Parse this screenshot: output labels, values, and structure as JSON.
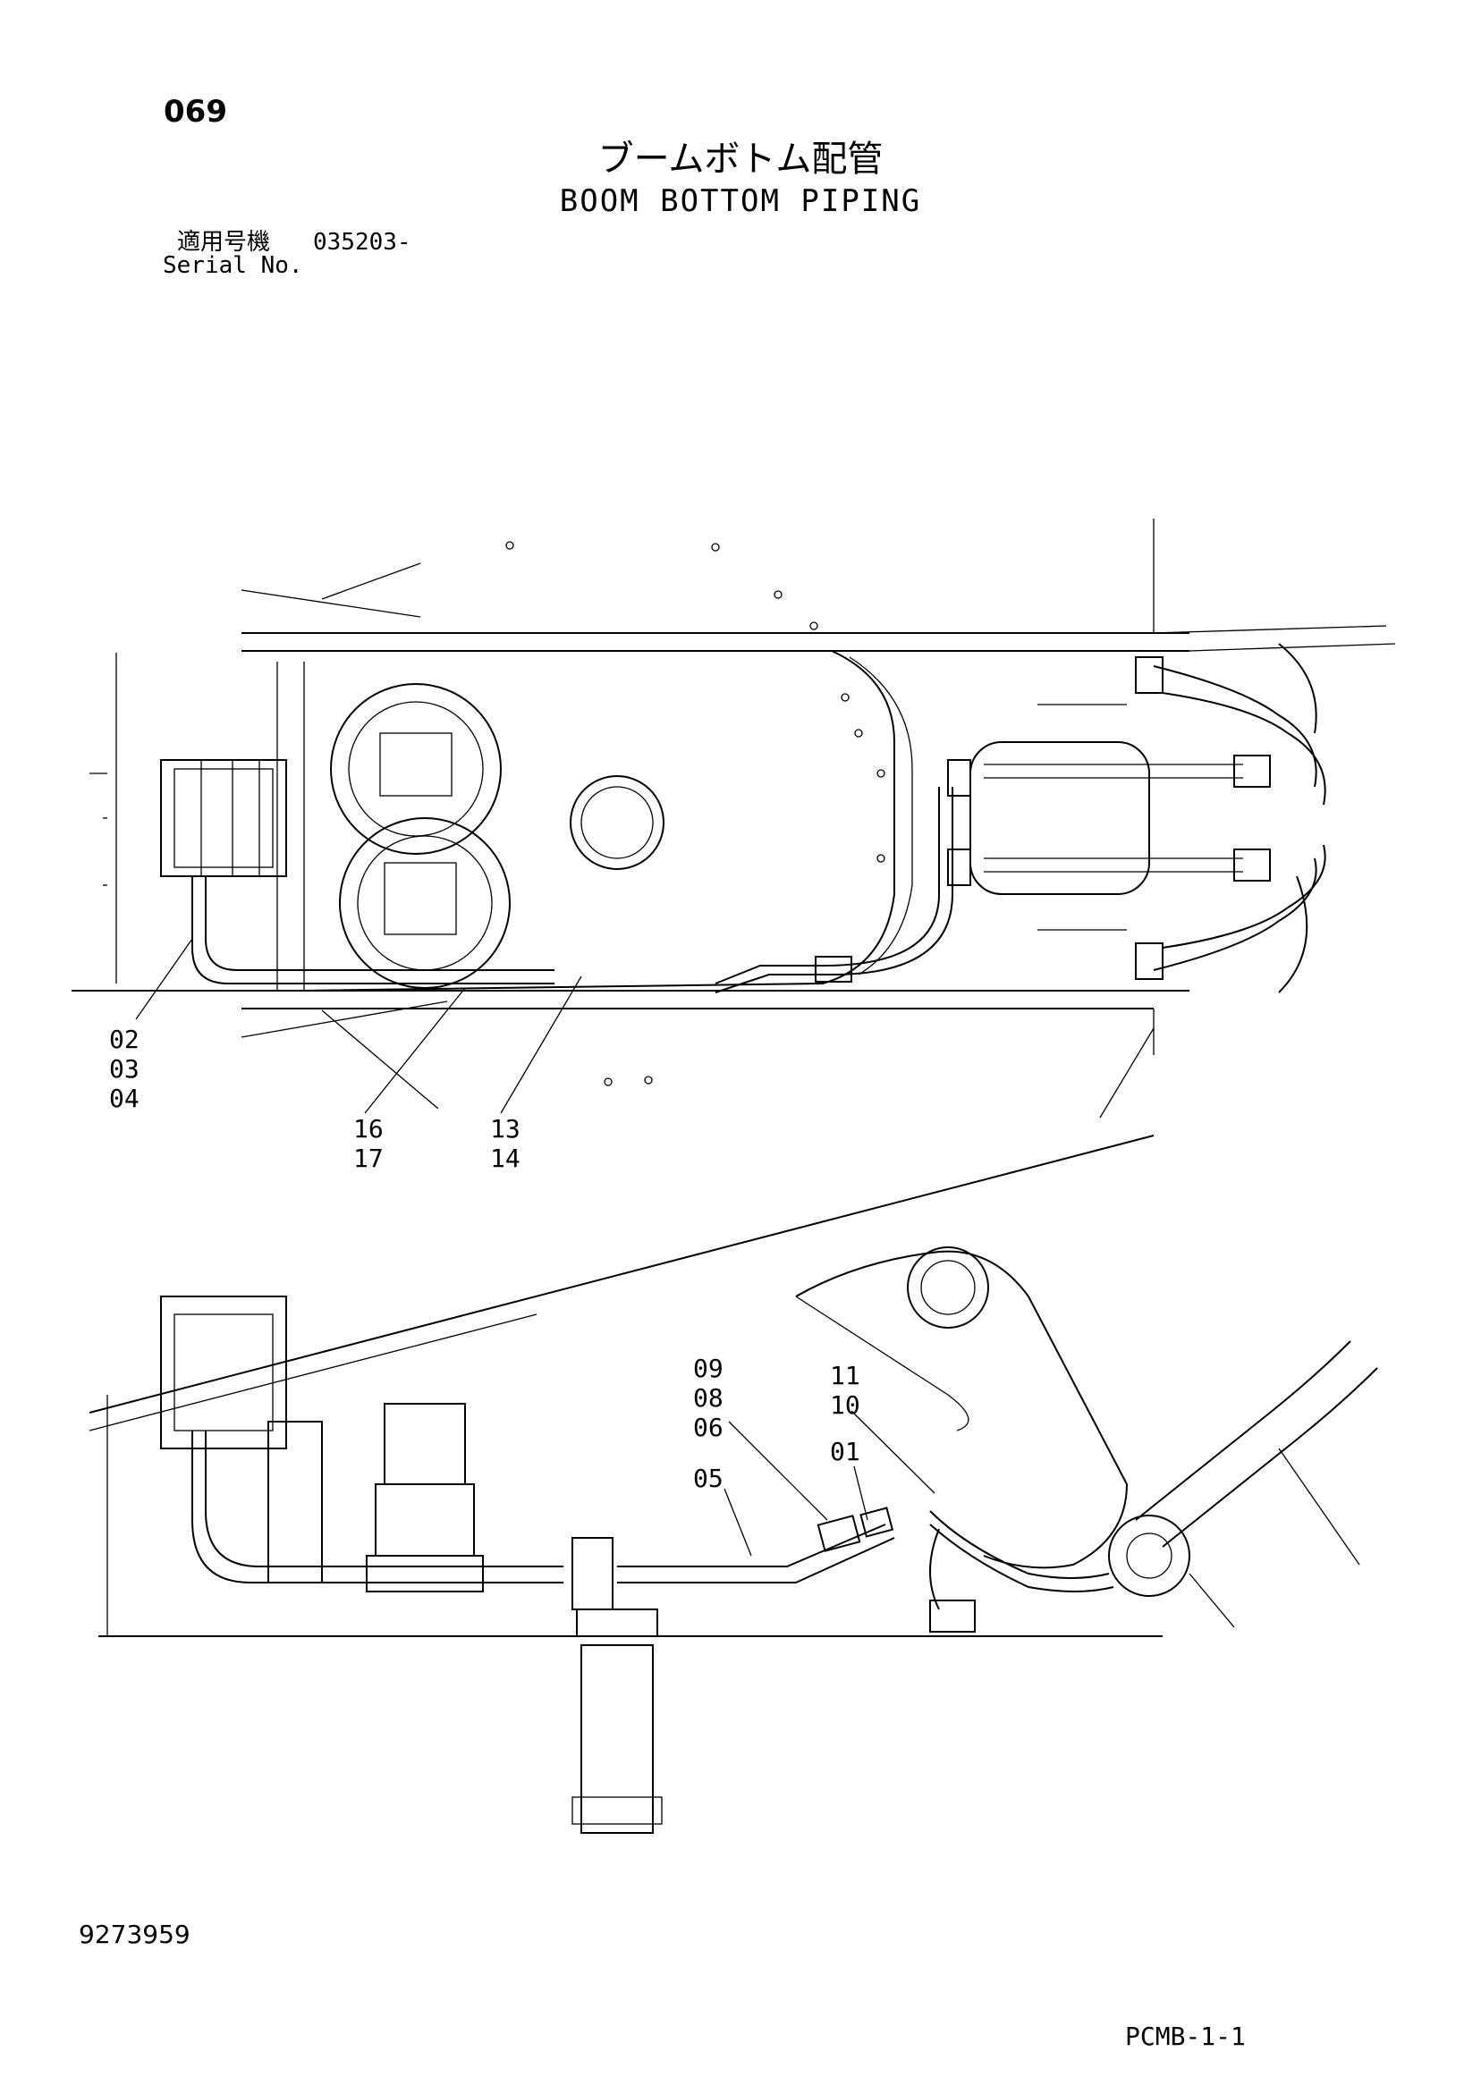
{
  "header": {
    "page_number": "069",
    "title_jp": "ブームボトム配管",
    "title_en": "BOOM BOTTOM PIPING",
    "serial_label_jp": "適用号機",
    "serial_value": "035203-",
    "serial_label_en": "Serial No."
  },
  "footer": {
    "doc_number": "9273959",
    "sheet_code": "PCMB-1-1"
  },
  "callouts": {
    "top": [
      {
        "lines": [
          "02",
          "03",
          "04"
        ]
      },
      {
        "lines": [
          "16",
          "17"
        ]
      },
      {
        "lines": [
          "13",
          "14"
        ]
      }
    ],
    "bottom": [
      {
        "lines": [
          "09",
          "08",
          "06"
        ]
      },
      {
        "lines": [
          "05"
        ]
      },
      {
        "lines": [
          "11",
          "10"
        ]
      },
      {
        "lines": [
          "01"
        ]
      }
    ]
  }
}
